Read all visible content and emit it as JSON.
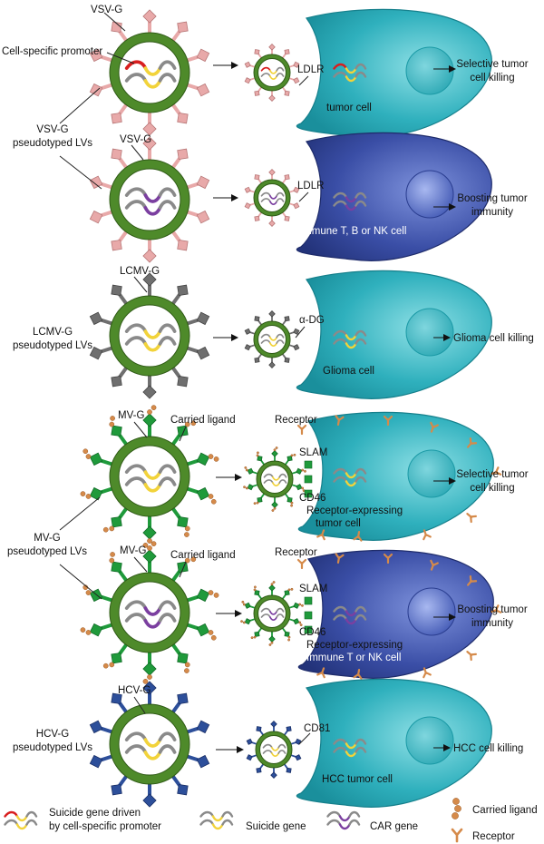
{
  "labels": {
    "vsvg_1": "VSV-G",
    "cell_specific_promoter": "Cell-specific promoter",
    "ldlr_1": "LDLR",
    "tumor_cell": "tumor cell",
    "selective_killing_1a": "Selective tumor",
    "selective_killing_1b": "cell killing",
    "vsvg_pseudo_a": "VSV-G",
    "vsvg_pseudo_b": "pseudotyped LVs",
    "vsvg_2": "VSV-G",
    "ldlr_2": "LDLR",
    "immune_tbnk": "Immune T, B or NK cell",
    "boosting_1a": "Boosting tumor",
    "boosting_1b": "immunity",
    "lcmvg": "LCMV-G",
    "lcmvg_pseudo_a": "LCMV-G",
    "lcmvg_pseudo_b": "pseudotyped LVs",
    "alpha_dg": "α-DG",
    "glioma_cell": "Glioma cell",
    "glioma_killing": "Glioma cell killing",
    "mvg_1": "MV-G",
    "carried_ligand_1": "Carried ligand",
    "receptor_1": "Receptor",
    "slam_1": "SLAM",
    "cd46_1": "CD46",
    "receptor_expr_1a": "Receptor-expressing",
    "receptor_expr_1b": "tumor cell",
    "selective_killing_2a": "Selective tumor",
    "selective_killing_2b": "cell killing",
    "mvg_pseudo_a": "MV-G",
    "mvg_pseudo_b": "pseudotyped LVs",
    "mvg_2": "MV-G",
    "carried_ligand_2": "Carried ligand",
    "receptor_2": "Receptor",
    "slam_2": "SLAM",
    "cd46_2": "CD46",
    "receptor_expr_2a": "Receptor-expressing",
    "receptor_expr_2b": "Immune T or NK cell",
    "boosting_2a": "Boosting tumor",
    "boosting_2b": "immunity",
    "hcvg": "HCV-G",
    "hcvg_pseudo_a": "HCV-G",
    "hcvg_pseudo_b": "pseudotyped LVs",
    "cd81": "CD81",
    "hcc_tumor_cell": "HCC tumor cell",
    "hcc_killing": "HCC cell killing"
  },
  "legend": {
    "suicide_promoter_a": "Suicide gene driven",
    "suicide_promoter_b": "by cell-specific promoter",
    "suicide_gene": "Suicide gene",
    "car_gene": "CAR gene",
    "carried_ligand": "Carried ligand",
    "receptor": "Receptor"
  },
  "colors": {
    "envelope_green": "#4e8a2a",
    "vsvg_pink": "#e8a9a9",
    "lcmvg_gray": "#6f6f6f",
    "mvg_green": "#1f9a3b",
    "hcvg_blue": "#2d4f9a",
    "tumor_cyan": "#2fb0bd",
    "immune_blue": "#3a4ea6",
    "ligand_orange": "#d58a4a",
    "suicide_yellow": "#f2d33a",
    "promoter_red": "#d81e1e",
    "car_purple": "#7b3fa0"
  }
}
